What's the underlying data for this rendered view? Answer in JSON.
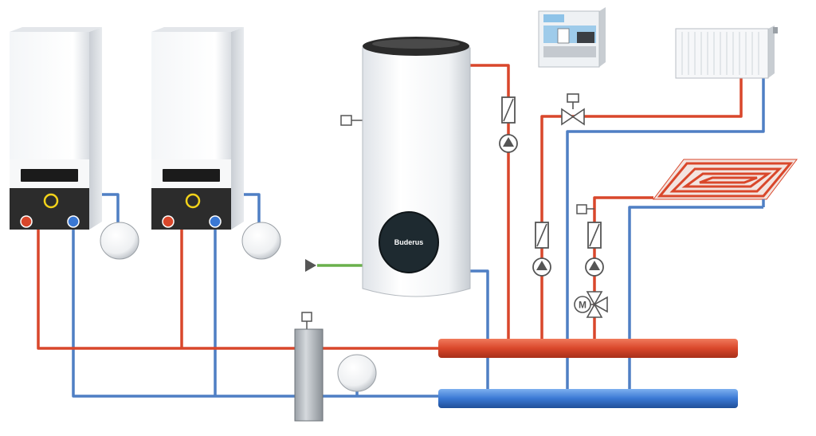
{
  "diagram": {
    "type": "heating-system-schematic",
    "components": {
      "boilers": [
        {
          "id": "boiler-1",
          "icon": "wall-hung-boiler"
        },
        {
          "id": "boiler-2",
          "icon": "wall-hung-boiler"
        }
      ],
      "expansion_vessels": 3,
      "storage_tank": {
        "icon": "hot-water-cylinder",
        "badge_text": "Buderus"
      },
      "controller": {
        "icon": "control-unit"
      },
      "radiator": {
        "icon": "panel-radiator"
      },
      "underfloor_heating": {
        "icon": "floor-heating-coil"
      },
      "hydraulic_separator": {
        "icon": "low-loss-header"
      },
      "pumps": 3,
      "mixing_valve": {
        "label": "M"
      },
      "three_way_valve": {
        "icon": "zone-valve"
      }
    },
    "colors": {
      "flow": "#d9472b",
      "return": "#4f7fc4",
      "cold_water": "#6ab04c",
      "outline": "#555555"
    }
  }
}
